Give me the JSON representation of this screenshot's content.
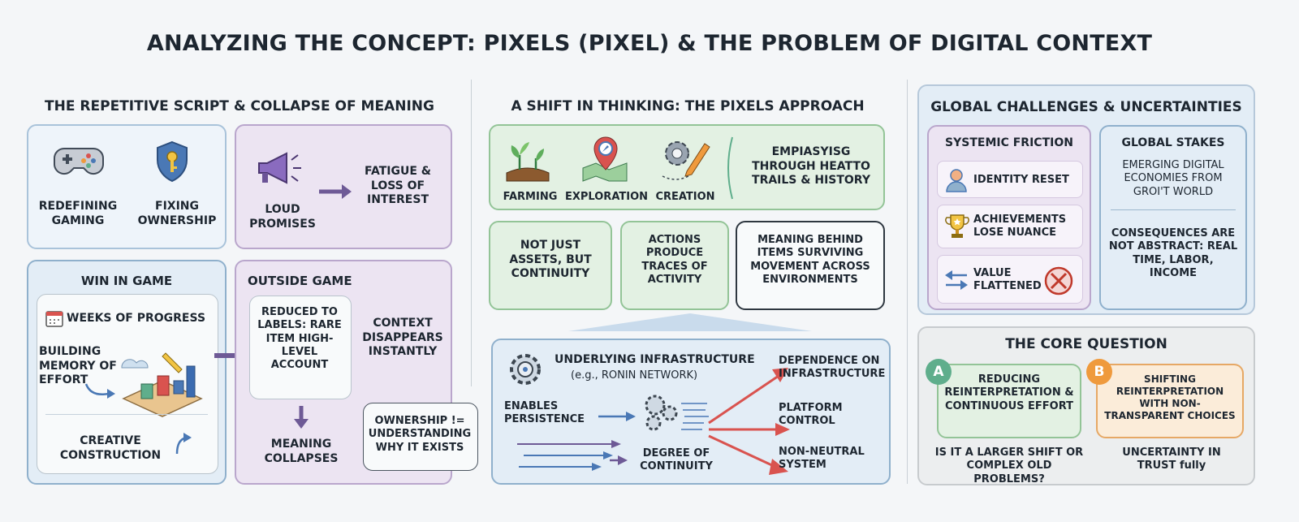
{
  "title": "ANALYZING THE CONCEPT: PIXELS (PIXEL) & THE PROBLEM OF DIGITAL CONTEXT",
  "left": {
    "title": "THE REPETITIVE SCRIPT & COLLAPSE OF MEANING",
    "redefining": "REDEFINING GAMING",
    "fixing": "FIXING OWNERSHIP",
    "loud": "LOUD PROMISES",
    "fatigue": "FATIGUE & LOSS OF INTEREST",
    "win_title": "WIN IN GAME",
    "weeks": "WEEKS OF PROGRESS",
    "memory": "BUILDING MEMORY OF EFFORT",
    "creative": "CREATIVE CONSTRUCTION",
    "outside_title": "OUTSIDE GAME",
    "reduced": "REDUCED TO LABELS: RARE ITEM HIGH-LEVEL ACCOUNT",
    "context": "CONTEXT DISAPPEARS INSTANTLY",
    "meaning": "MEANING COLLAPSES",
    "ownership": "OWNERSHIP != UNDERSTANDING WHY IT EXISTS"
  },
  "middle": {
    "title": "A SHIFT IN THINKING: THE PIXELS APPROACH",
    "farming": "FARMING",
    "exploration": "EXPLORATION",
    "creation": "CREATION",
    "emphasis": "EMPIASYISG THROUGH HEATTO TRAILS & HISTORY",
    "not_just": "NOT JUST ASSETS, BUT CONTINUITY",
    "actions": "ACTIONS PRODUCE TRACES OF ACTIVITY",
    "meaning_behind": "MEANING BEHIND ITEMS SURVIVING MOVEMENT ACROSS ENVIRONMENTS",
    "infra": "UNDERLYING INFRASTRUCTURE",
    "infra_eg": "(e.g., RONIN NETWORK)",
    "enables": "ENABLES PERSISTENCE",
    "degree": "DEGREE OF CONTINUITY",
    "dependence": "DEPENDENCE ON INFRASTRUCTURE",
    "platform": "PLATFORM CONTROL",
    "nonneutral": "NON-NEUTRAL SYSTEM"
  },
  "right": {
    "title": "GLOBAL CHALLENGES & UNCERTAINTIES",
    "friction_title": "SYSTEMIC FRICTION",
    "identity": "IDENTITY RESET",
    "achievements": "ACHIEVEMENTS LOSE NUANCE",
    "value": "VALUE FLATTENED",
    "stakes_title": "GLOBAL STAKES",
    "emerging": "EMERGING DIGITAL ECONOMIES FROM GROI'T WORLD",
    "consequences": "CONSEQUENCES ARE NOT ABSTRACT: REAL TIME, LABOR, INCOME",
    "core_title": "THE CORE QUESTION",
    "badge_a": "A",
    "badge_b": "B",
    "option_a": "REDUCING REINTERPRETATION & CONTINUOUS EFFORT",
    "option_b": "SHIFTING REINTERPRETATION WITH NON-TRANSPARENT CHOICES",
    "q_a": "IS IT A LARGER SHIFT OR COMPLEX OLD PROBLEMS?",
    "q_b": "UNCERTAINTY IN TRUST fully"
  },
  "colors": {
    "accent_purple": "#6e5a96",
    "arrow_red": "#d9534f",
    "arrow_blue": "#4a78b5",
    "badge_a": "#5fae8c",
    "badge_b": "#ef9a3d"
  }
}
